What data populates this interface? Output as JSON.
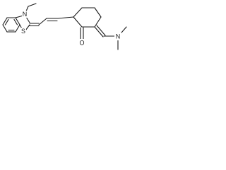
{
  "structure": {
    "atoms": {
      "nitrogen_ring": "N",
      "sulfur": "S",
      "oxygen": "O",
      "nitrogen_amine": "N"
    }
  },
  "colors": {
    "bond": "#1a1a1a",
    "background": "#ffffff"
  }
}
